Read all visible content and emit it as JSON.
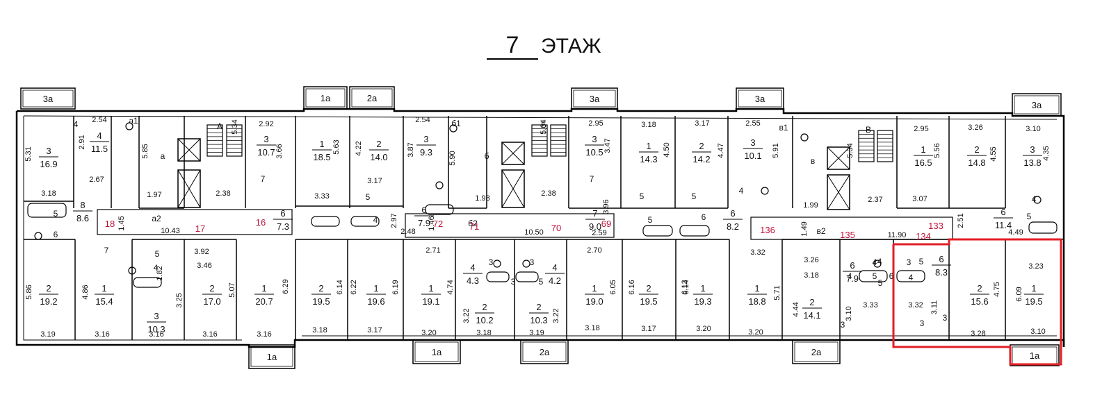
{
  "header": {
    "floor_number": "7",
    "floor_word": "ЭТАЖ"
  },
  "colors": {
    "line": "#000000",
    "highlight": "#e31e24",
    "red_text": "#c0143c"
  },
  "balconies": [
    {
      "label": "3а"
    },
    {
      "label": "1а"
    },
    {
      "label": "2а"
    },
    {
      "label": "3а"
    },
    {
      "label": "3а"
    },
    {
      "label": "3а"
    },
    {
      "label": "1а"
    },
    {
      "label": "1а"
    },
    {
      "label": "2а"
    },
    {
      "label": "2а"
    },
    {
      "label": "1а"
    }
  ],
  "rooms": [
    {
      "num": "3",
      "area": "16.9"
    },
    {
      "num": "4",
      "area": "11.5"
    },
    {
      "num": "3",
      "area": "10.7"
    },
    {
      "num": "1",
      "area": "18.5"
    },
    {
      "num": "2",
      "area": "14.0"
    },
    {
      "num": "3",
      "area": "9.3"
    },
    {
      "num": "3",
      "area": "10.5"
    },
    {
      "num": "1",
      "area": "14.3"
    },
    {
      "num": "2",
      "area": "14.2"
    },
    {
      "num": "3",
      "area": "10.1"
    },
    {
      "num": "1",
      "area": "16.5"
    },
    {
      "num": "2",
      "area": "14.8"
    },
    {
      "num": "3",
      "area": "13.8"
    },
    {
      "num": "8",
      "area": "8.6"
    },
    {
      "num": "6",
      "area": "7.3"
    },
    {
      "num": "6",
      "area": "7.9"
    },
    {
      "num": "7",
      "area": "9.0"
    },
    {
      "num": "6",
      "area": "8.2"
    },
    {
      "num": "6",
      "area": "11.4"
    },
    {
      "num": "2",
      "area": "19.2"
    },
    {
      "num": "1",
      "area": "15.4"
    },
    {
      "num": "3",
      "area": "10.3"
    },
    {
      "num": "2",
      "area": "17.0"
    },
    {
      "num": "1",
      "area": "20.7"
    },
    {
      "num": "2",
      "area": "19.5"
    },
    {
      "num": "1",
      "area": "19.6"
    },
    {
      "num": "1",
      "area": "19.1"
    },
    {
      "num": "4",
      "area": "4.3"
    },
    {
      "num": "2",
      "area": "10.2"
    },
    {
      "num": "2",
      "area": "10.3"
    },
    {
      "num": "4",
      "area": "4.2"
    },
    {
      "num": "1",
      "area": "19.0"
    },
    {
      "num": "2",
      "area": "19.5"
    },
    {
      "num": "1",
      "area": "19.3"
    },
    {
      "num": "1",
      "area": "18.8"
    },
    {
      "num": "2",
      "area": "14.1"
    },
    {
      "num": "6",
      "area": "7.9"
    },
    {
      "num": "6",
      "area": "8.3"
    },
    {
      "num": "2",
      "area": "15.6"
    },
    {
      "num": "1",
      "area": "19.5"
    }
  ],
  "dims": [
    "5.31",
    "3.18",
    "2.54",
    "2.91",
    "2.67",
    "5.85",
    "1.97",
    "5.34",
    "2.38",
    "2.92",
    "3.66",
    "5.63",
    "3.33",
    "4.22",
    "3.17",
    "2.54",
    "3.87",
    "5.90",
    "1.98",
    "5.34",
    "2.38",
    "2.95",
    "3.47",
    "3.18",
    "4.50",
    "3.17",
    "4.47",
    "2.55",
    "5.91",
    "1.99",
    "5.34",
    "2.37",
    "2.95",
    "5.56",
    "3.07",
    "3.26",
    "4.55",
    "3.10",
    "4.35",
    "1.45",
    "10.43",
    "2.97",
    "2.48",
    "1.46",
    "10.50",
    "3.96",
    "2.59",
    "1.49",
    "11.90",
    "2.51",
    "4.49",
    "3.92",
    "3.46",
    "1.82",
    "3.25",
    "5.07",
    "6.29",
    "5.86",
    "3.19",
    "4.86",
    "3.16",
    "3.16",
    "3.16",
    "3.16",
    "6.14",
    "3.18",
    "6.22",
    "6.19",
    "3.17",
    "2.71",
    "4.74",
    "3.20",
    "3.22",
    "3.18",
    "3.19",
    "3.22",
    "2.70",
    "6.05",
    "3.18",
    "6.16",
    "6.13",
    "3.17",
    "6.14",
    "3.20",
    "3.32",
    "5.71",
    "3.20",
    "3.26",
    "3.18",
    "4.44",
    "3.10",
    "3.33",
    "3.32",
    "3.11",
    "3.23",
    "6.09",
    "4.75",
    "3.28",
    "3.10"
  ],
  "small_labels": [
    "а1",
    "а",
    "А",
    "б1",
    "б",
    "Б",
    "в1",
    "в",
    "В",
    "а2",
    "б2",
    "в2",
    "5",
    "6",
    "4",
    "7",
    "5",
    "4",
    "7",
    "5",
    "4",
    "5",
    "5",
    "5",
    "6",
    "4",
    "7",
    "5",
    "5",
    "4",
    "5",
    "4",
    "3",
    "3",
    "3",
    "3",
    "5",
    "4",
    "5",
    "4",
    "6",
    "4",
    "3",
    "3",
    "3"
  ],
  "red_numbers": [
    "18",
    "17",
    "16",
    "72",
    "71",
    "70",
    "69",
    "136",
    "135",
    "134",
    "133"
  ]
}
